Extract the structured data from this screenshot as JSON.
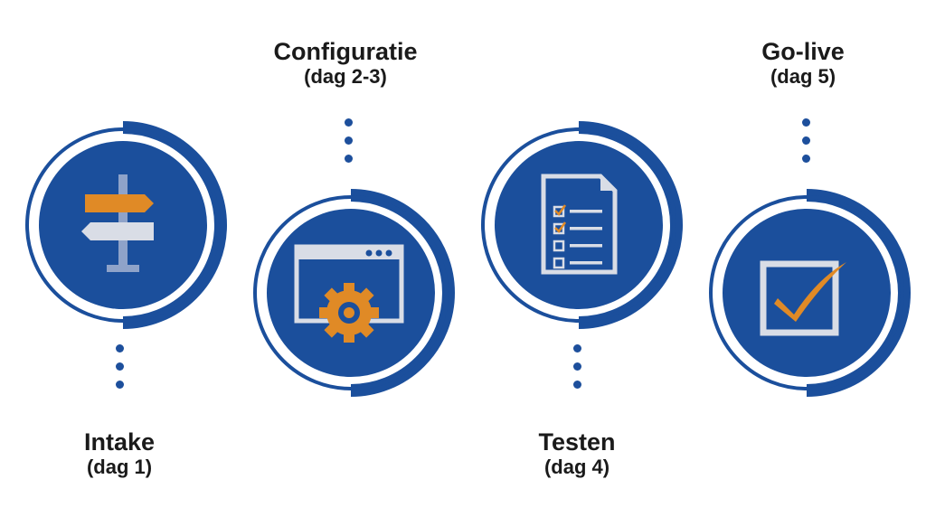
{
  "colors": {
    "primary": "#1b4f9c",
    "accent": "#e08a26",
    "light": "#d9dde6",
    "text": "#1a1a1a"
  },
  "steps": [
    {
      "title": "Intake",
      "sub": "(dag 1)",
      "icon": "signpost-icon"
    },
    {
      "title": "Configuratie",
      "sub": "(dag 2-3)",
      "icon": "browser-gear-icon"
    },
    {
      "title": "Testen",
      "sub": "(dag 4)",
      "icon": "checklist-document-icon"
    },
    {
      "title": "Go-live",
      "sub": "(dag 5)",
      "icon": "checkbox-check-icon"
    }
  ]
}
